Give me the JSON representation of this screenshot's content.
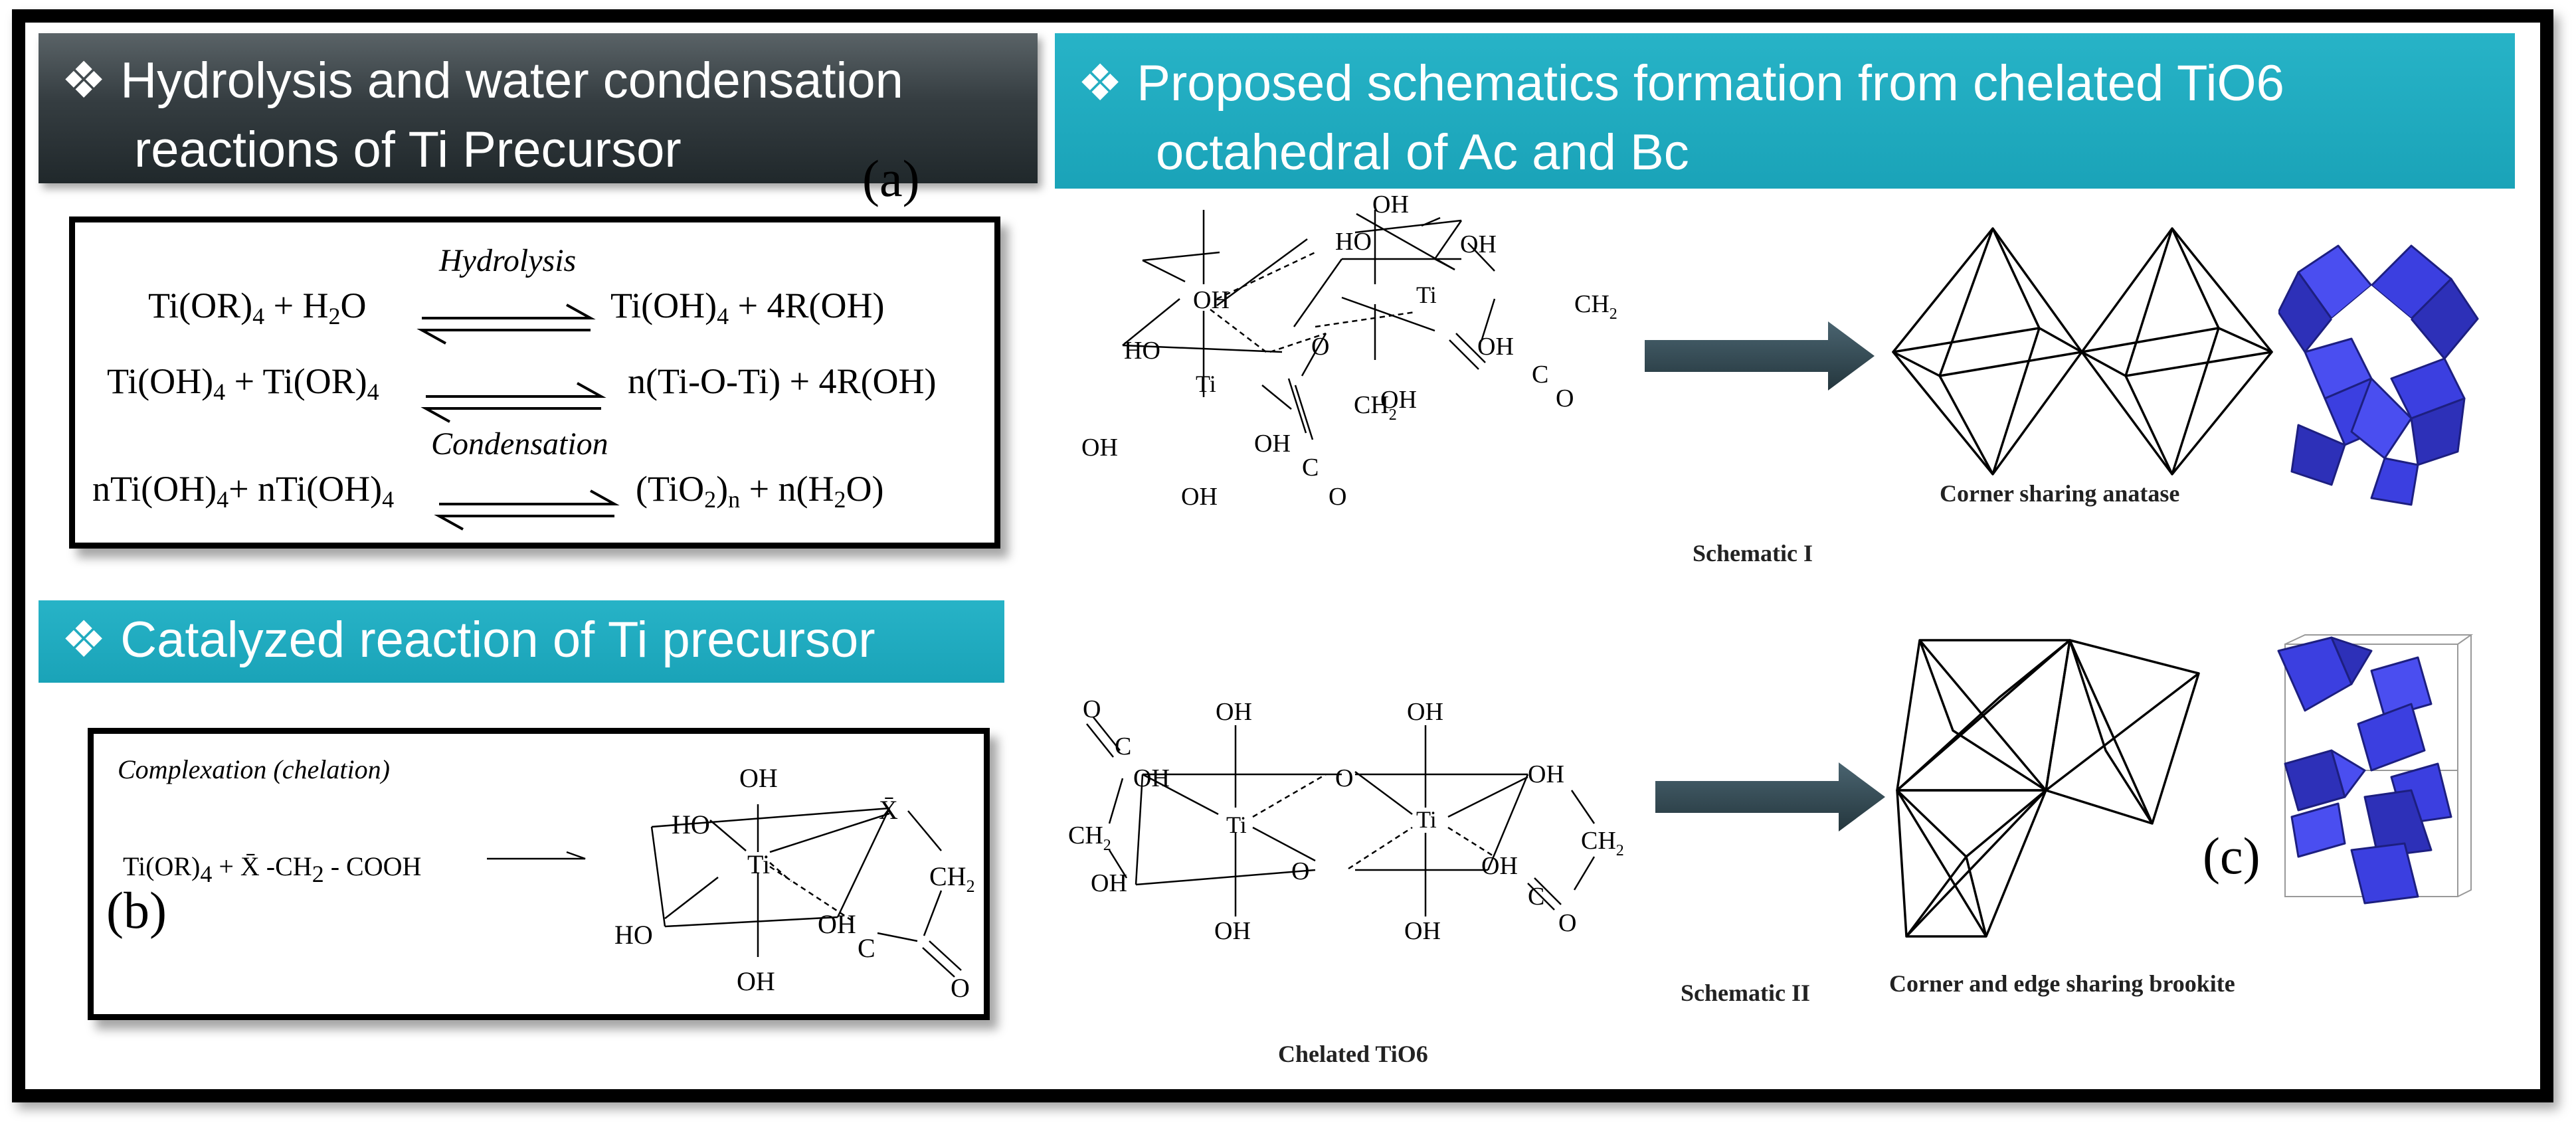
{
  "banners": {
    "hydrolysis": {
      "line1": "❖ Hydrolysis and water condensation",
      "line2": "reactions of Ti Precursor"
    },
    "proposed": {
      "line1": "❖ Proposed schematics formation from chelated TiO6",
      "line2": "octahedral of Ac and Bc"
    },
    "catalyzed": {
      "line1": "❖ Catalyzed reaction of Ti precursor"
    }
  },
  "labels": {
    "a": "(a)",
    "b": "(b)",
    "c": "(c)"
  },
  "equations": {
    "hydrolysis_label": "Hydrolysis",
    "condensation_label": "Condensation",
    "eq1_left": "Ti(OR)<sub>4</sub> + H<sub>2</sub>O",
    "eq1_right": "Ti(OH)<sub>4</sub> + 4R(OH)",
    "eq2_left": "Ti(OH)<sub>4</sub> + Ti(OR)<sub>4</sub>",
    "eq2_right": "n(Ti-O-Ti) + 4R(OH)",
    "eq3_left": "nTi(OH)<sub>4</sub>+ nTi(OH)<sub>4</sub>",
    "eq3_right": "(TiO<sub>2</sub>)<sub>n</sub> + n(H<sub>2</sub>O)"
  },
  "complexation": {
    "title": "Complexation (chelation)",
    "reactant": "Ti(OR)<sub>4</sub> + X̄ -CH<sub>2</sub> - COOH"
  },
  "captions": {
    "corner_anatase": "Corner sharing anatase",
    "schematic1": "Schematic I",
    "schematic2": "Schematic II",
    "brookite": "Corner and edge sharing brookite",
    "chelated": "Chelated TiO6"
  },
  "atoms": {
    "oh": "OH",
    "ho": "HO",
    "ti": "Ti",
    "o": "O",
    "ch2": "CH",
    "two": "2",
    "c": "C",
    "x": "X̄"
  },
  "colors": {
    "teal_banner": "#1fa9bd",
    "dark_banner": "#2e373b",
    "polyhedron_blue": "#3b3fe0",
    "arrow": "#2f4a54"
  }
}
